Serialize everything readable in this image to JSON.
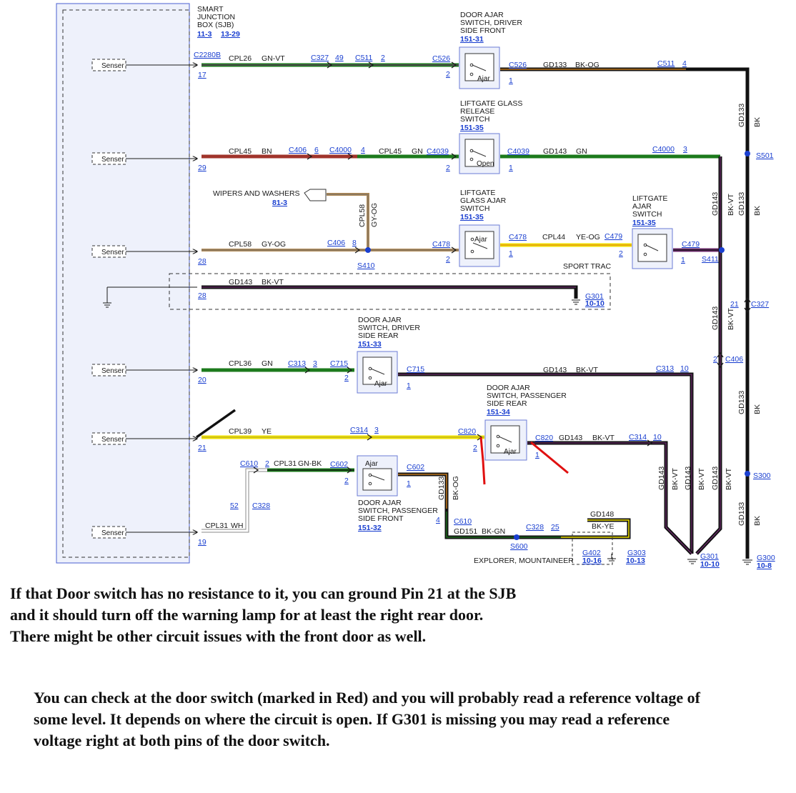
{
  "sjb": {
    "title_lines": [
      "SMART",
      "JUNCTION",
      "BOX (SJB)"
    ],
    "page_refs": [
      "11-3",
      "13-29"
    ],
    "sensor_label": "Senser"
  },
  "circuits": {
    "pin17": {
      "pin": "17",
      "connector": "C2280B",
      "wire": "CPL26",
      "color": "GN-VT",
      "c327": "C327",
      "c327_pin": "49",
      "c511": "C511",
      "c511_pin": "2",
      "c526": "C526",
      "c526_pin": "2"
    },
    "pin29": {
      "pin": "29",
      "wire": "CPL45",
      "color": "BN",
      "c406": "C406",
      "c406_pin": "6",
      "c4000": "C4000",
      "c4000_pin": "4",
      "wire2": "CPL45",
      "color2": "GN",
      "c4039": "C4039",
      "c4039_pin": "2"
    },
    "pin28a": {
      "pin": "28",
      "wire": "CPL58",
      "color": "GY-OG",
      "c406": "C406",
      "c406_pin": "8",
      "c478": "C478",
      "c478_pin": "2",
      "splice": "S410",
      "branch_wire": "CPL58",
      "branch_color": "GY-OG"
    },
    "pin28b": {
      "pin": "28",
      "wire": "GD143",
      "color": "BK-VT",
      "ground": "G301",
      "ground_ref": "10-10"
    },
    "pin20": {
      "pin": "20",
      "wire": "CPL36",
      "color": "GN",
      "c313": "C313",
      "c313_pin": "3",
      "c715": "C715",
      "c715_pin": "2"
    },
    "pin21": {
      "pin": "21",
      "wire": "CPL39",
      "color": "YE",
      "c314": "C314",
      "c314_pin": "3",
      "c820": "C820",
      "c820_pin": "2"
    },
    "pin19": {
      "pin": "19",
      "wire": "CPL31",
      "color": "WH",
      "c328": "C328",
      "c328_pin": "52",
      "c610": "C610",
      "c610_pin": "2",
      "wire2": "CPL31",
      "color2": "GN-BK",
      "c602": "C602",
      "c602_pin": "2"
    }
  },
  "wipers": {
    "label": "WIPERS AND WASHERS",
    "ref": "81-3"
  },
  "switches": {
    "driver_front": {
      "title_lines": [
        "DOOR AJAR",
        "SWITCH, DRIVER",
        "SIDE FRONT"
      ],
      "ref": "151-31",
      "state": "Ajar",
      "out_connector": "C526",
      "out_pin": "1",
      "wire": "GD133",
      "color": "BK-OG",
      "c511": "C511",
      "c511_pin": "4"
    },
    "liftgate_glass": {
      "title_lines": [
        "LIFTGATE GLASS",
        "RELEASE",
        "SWITCH"
      ],
      "ref": "151-35",
      "state": "Open",
      "out_connector": "C4039",
      "out_pin": "1",
      "wire": "GD143",
      "color": "GN",
      "c4000": "C4000",
      "c4000_pin": "3"
    },
    "liftgate_glass_ajar": {
      "title_lines": [
        "LIFTGATE",
        "GLASS AJAR",
        "SWITCH"
      ],
      "ref": "151-35",
      "state": "Ajar",
      "out_connector": "C478",
      "out_pin": "1",
      "wire": "CPL44",
      "color": "YE-OG",
      "c479": "C479",
      "c479_pin": "2"
    },
    "liftgate_ajar": {
      "title_lines": [
        "LIFTGATE",
        "AJAR",
        "SWITCH"
      ],
      "ref": "151-35",
      "out_connector": "C479",
      "out_pin": "1",
      "splice": "S411",
      "note": "SPORT TRAC"
    },
    "driver_rear": {
      "title_lines": [
        "DOOR AJAR",
        "SWITCH, DRIVER",
        "SIDE REAR"
      ],
      "ref": "151-33",
      "state": "Ajar",
      "out_connector": "C715",
      "out_pin": "1",
      "wire": "GD143",
      "color": "BK-VT",
      "c313": "C313",
      "c313_pin": "10"
    },
    "passenger_rear": {
      "title_lines": [
        "DOOR AJAR",
        "SWITCH, PASSENGER",
        "SIDE REAR"
      ],
      "ref": "151-34",
      "state": "Ajar",
      "out_connector": "C820",
      "out_pin": "1",
      "wire": "GD143",
      "color": "BK-VT",
      "c314": "C314",
      "c314_pin": "10"
    },
    "passenger_front": {
      "title_lines": [
        "DOOR AJAR",
        "SWITCH, PASSENGER",
        "SIDE FRONT"
      ],
      "ref": "151-32",
      "state": "Ajar",
      "out_connector": "C602",
      "out_pin": "1",
      "vwire": "GD133",
      "vcolor": "BK-OG",
      "c610": "C610",
      "c610_pin": "4",
      "wire": "GD151",
      "color": "BK-GN",
      "c328": "C328",
      "c328_pin": "25",
      "splice": "S600",
      "gd148": "GD148",
      "gd148_color": "BK-YE",
      "g402": "G402",
      "g402_ref": "10-16",
      "g303": "G303",
      "g303_ref": "10-13",
      "note": "EXPLORER, MOUNTAINEER"
    }
  },
  "right_side": {
    "gd133": "GD133",
    "gd143": "GD143",
    "bk": "BK",
    "bk_vt": "BK-VT",
    "s501": "S501",
    "s300": "S300",
    "c327": "C327",
    "c327_pin": "21",
    "c406": "C406",
    "c406_pin": "2",
    "g301": "G301",
    "g301_ref": "10-10",
    "g300": "G300",
    "g300_ref": "10-8"
  },
  "notes": [
    "If that Door switch has no resistance to it, you can ground Pin 21 at the SJB and it should turn off the warning lamp for at least the right rear door. There might be other circuit issues with the front door as well.",
    "You can check at the door switch (marked in Red) and you will probably read a reference voltage of some level. It depends on where the circuit is open. If G301 is missing you may read a reference voltage right at both pins of the door switch."
  ],
  "colors": {
    "gn": "#1c7a1c",
    "bn": "#a0342b",
    "ye": "#f0e000",
    "ga": "#b08a55",
    "bk": "#111111",
    "vt": "#6a2a6a",
    "og": "#e08a1e",
    "red_mark": "#e01010",
    "link": "#1a3fd0"
  }
}
